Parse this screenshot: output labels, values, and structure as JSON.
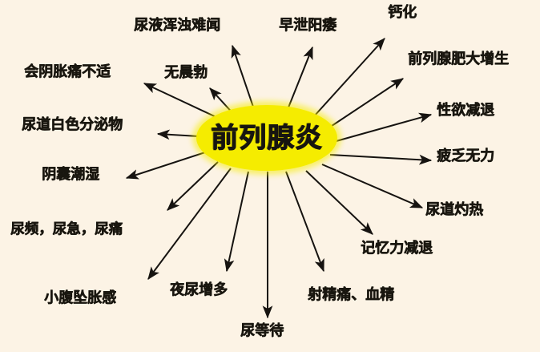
{
  "diagram": {
    "type": "radial-mindmap",
    "title": "前列腺炎",
    "center": {
      "label": "前列腺炎",
      "fill_color": "#F5EC00",
      "text_color": "#171510",
      "shape": "ellipse"
    },
    "background_color": "#FCF3E5",
    "arrow_color": "#161310",
    "node_text_color": "#19160F",
    "nodes": [
      {
        "id": "n1",
        "label": "尿液浑浊难闻",
        "position": "top"
      },
      {
        "id": "n2",
        "label": "早泄阳痿",
        "position": "top"
      },
      {
        "id": "n3",
        "label": "钙化",
        "position": "top-right"
      },
      {
        "id": "n4",
        "label": "前列腺肥大增生",
        "position": "top-right"
      },
      {
        "id": "n5",
        "label": "性欲减退",
        "position": "right"
      },
      {
        "id": "n6",
        "label": "疲乏无力",
        "position": "right"
      },
      {
        "id": "n7",
        "label": "尿道灼热",
        "position": "bottom-right"
      },
      {
        "id": "n8",
        "label": "记忆力减退",
        "position": "bottom-right"
      },
      {
        "id": "n9",
        "label": "射精痛、血精",
        "position": "bottom"
      },
      {
        "id": "n10",
        "label": "尿等待",
        "position": "bottom"
      },
      {
        "id": "n11",
        "label": "夜尿增多",
        "position": "bottom"
      },
      {
        "id": "n12",
        "label": "小腹坠胀感",
        "position": "bottom-left"
      },
      {
        "id": "n13",
        "label": "尿频，尿急，尿痛",
        "position": "left"
      },
      {
        "id": "n14",
        "label": "阴囊潮湿",
        "position": "left"
      },
      {
        "id": "n15",
        "label": "尿道白色分泌物",
        "position": "left"
      },
      {
        "id": "n16",
        "label": "会阴胀痛不适",
        "position": "top-left"
      },
      {
        "id": "n17",
        "label": "无晨勃",
        "position": "top-left"
      }
    ]
  }
}
